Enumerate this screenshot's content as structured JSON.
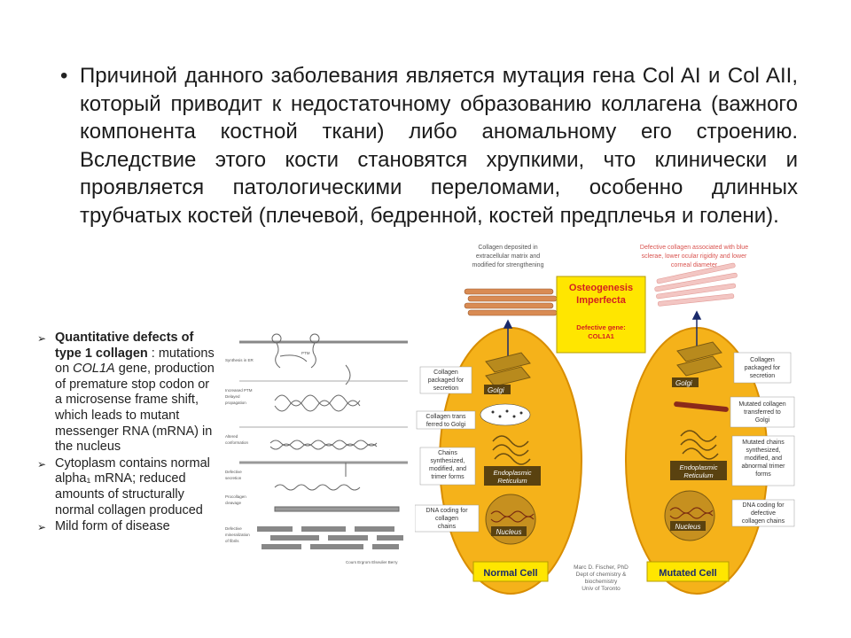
{
  "slide": {
    "bullet_text": "Причиной данного заболевания является мутация гена Col AI и Col AII, который приводит к недостаточному образованию коллагена (важного компонента костной ткани) либо аномальному его строению. Вследствие этого кости становятся хрупкими, что клинически и проявляется патологическими переломами, особенно длинных трубчатых костей (плечевой, бедренной, костей предплечья и голени)."
  },
  "left_panel": {
    "items": [
      {
        "bold": "Quantitative defects of type 1 collagen",
        "rest_1": " : mutations on ",
        "gene": "COL1A",
        "rest_2": " gene, production of premature stop codon or a microsense frame shift, which leads to mutant messenger RNA (mRNA) in the nucleus"
      },
      {
        "bold": "",
        "text": "Cytoplasm contains normal alpha₁ mRNA; reduced amounts of structurally normal collagen produced"
      },
      {
        "bold": "",
        "text": "Mild form of disease"
      }
    ],
    "arrow_glyph": "➢"
  },
  "pathway": {
    "labels": [
      "Synthesis in ER",
      "PTM",
      "Increased PTM",
      "Delayed",
      "propagation",
      "Altered",
      "conformation",
      "Defective",
      "secretion",
      "Procollagen",
      "cleavage",
      "Defective",
      "mineralization",
      "of fibrils"
    ],
    "credit": "Cours Ergrom  Elseulier Berry"
  },
  "oi": {
    "top_left_caption": [
      "Collagen deposited in",
      "extracellular matrix and",
      "modified for strengthening"
    ],
    "top_right_caption": [
      "Defective collagen associated with blue",
      "sclerae, lower ocular rigidity and lower",
      "corneal diameter"
    ],
    "title": [
      "Osteogenesis",
      "Imperfecta"
    ],
    "defective_gene": [
      "Defective gene:",
      "COL1A1"
    ],
    "left_side_labels": [
      [
        "Collagen",
        "packaged for",
        "secretion"
      ],
      [
        "Collagen trans",
        "ferred to Golgi"
      ],
      [
        "Chains",
        "synthesized,",
        "modified, and",
        "trimer forms"
      ],
      [
        "DNA coding for",
        "collagen",
        "chains"
      ]
    ],
    "right_side_labels": [
      [
        "Collagen",
        "packaged for",
        "secretion"
      ],
      [
        "Mutated collagen",
        "transferred to",
        "Golgi"
      ],
      [
        "Mutated chains",
        "synthesized,",
        "modified, and",
        "abnormal trimer",
        "forms"
      ],
      [
        "DNA coding for",
        "defective",
        "collagen chains"
      ]
    ],
    "organelle_golgi": "Golgi",
    "organelle_er": [
      "Endoplasmic",
      "Reticulum"
    ],
    "organelle_nucleus": "Nucleus",
    "normal_cell": "Normal Cell",
    "mutated_cell": "Mutated Cell",
    "author_credit": [
      "Marc D. Fischer, PhD",
      "Dept of chemistry &",
      "biochemistry",
      "Univ of Toronto"
    ],
    "colors": {
      "cell_fill": "#f5b21a",
      "cell_edge": "#d88d00",
      "title_box": "#ffe600",
      "title_text": "#d42020",
      "caption_red": "#d9534f"
    }
  }
}
